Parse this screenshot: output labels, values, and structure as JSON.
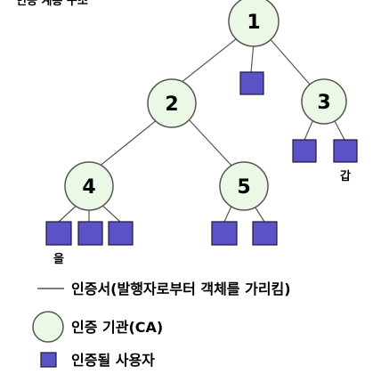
{
  "top_caption": "인증 계층 구조",
  "colors": {
    "ca_fill": "#eaf8e5",
    "ca_stroke": "#555555",
    "user_fill": "#5a52c6",
    "user_stroke": "#1a1a3a",
    "line": "#555555"
  },
  "nodes": {
    "ca1": "1",
    "ca2": "2",
    "ca3": "3",
    "ca4": "4",
    "ca5": "5"
  },
  "user_labels": {
    "gap": "갑",
    "eul": "을"
  },
  "legend": {
    "line_text": "인증서(발행자로부터 객체를 가리킴)",
    "ca_text": "인증 기관(CA)",
    "user_text": "인증될 사용자"
  }
}
